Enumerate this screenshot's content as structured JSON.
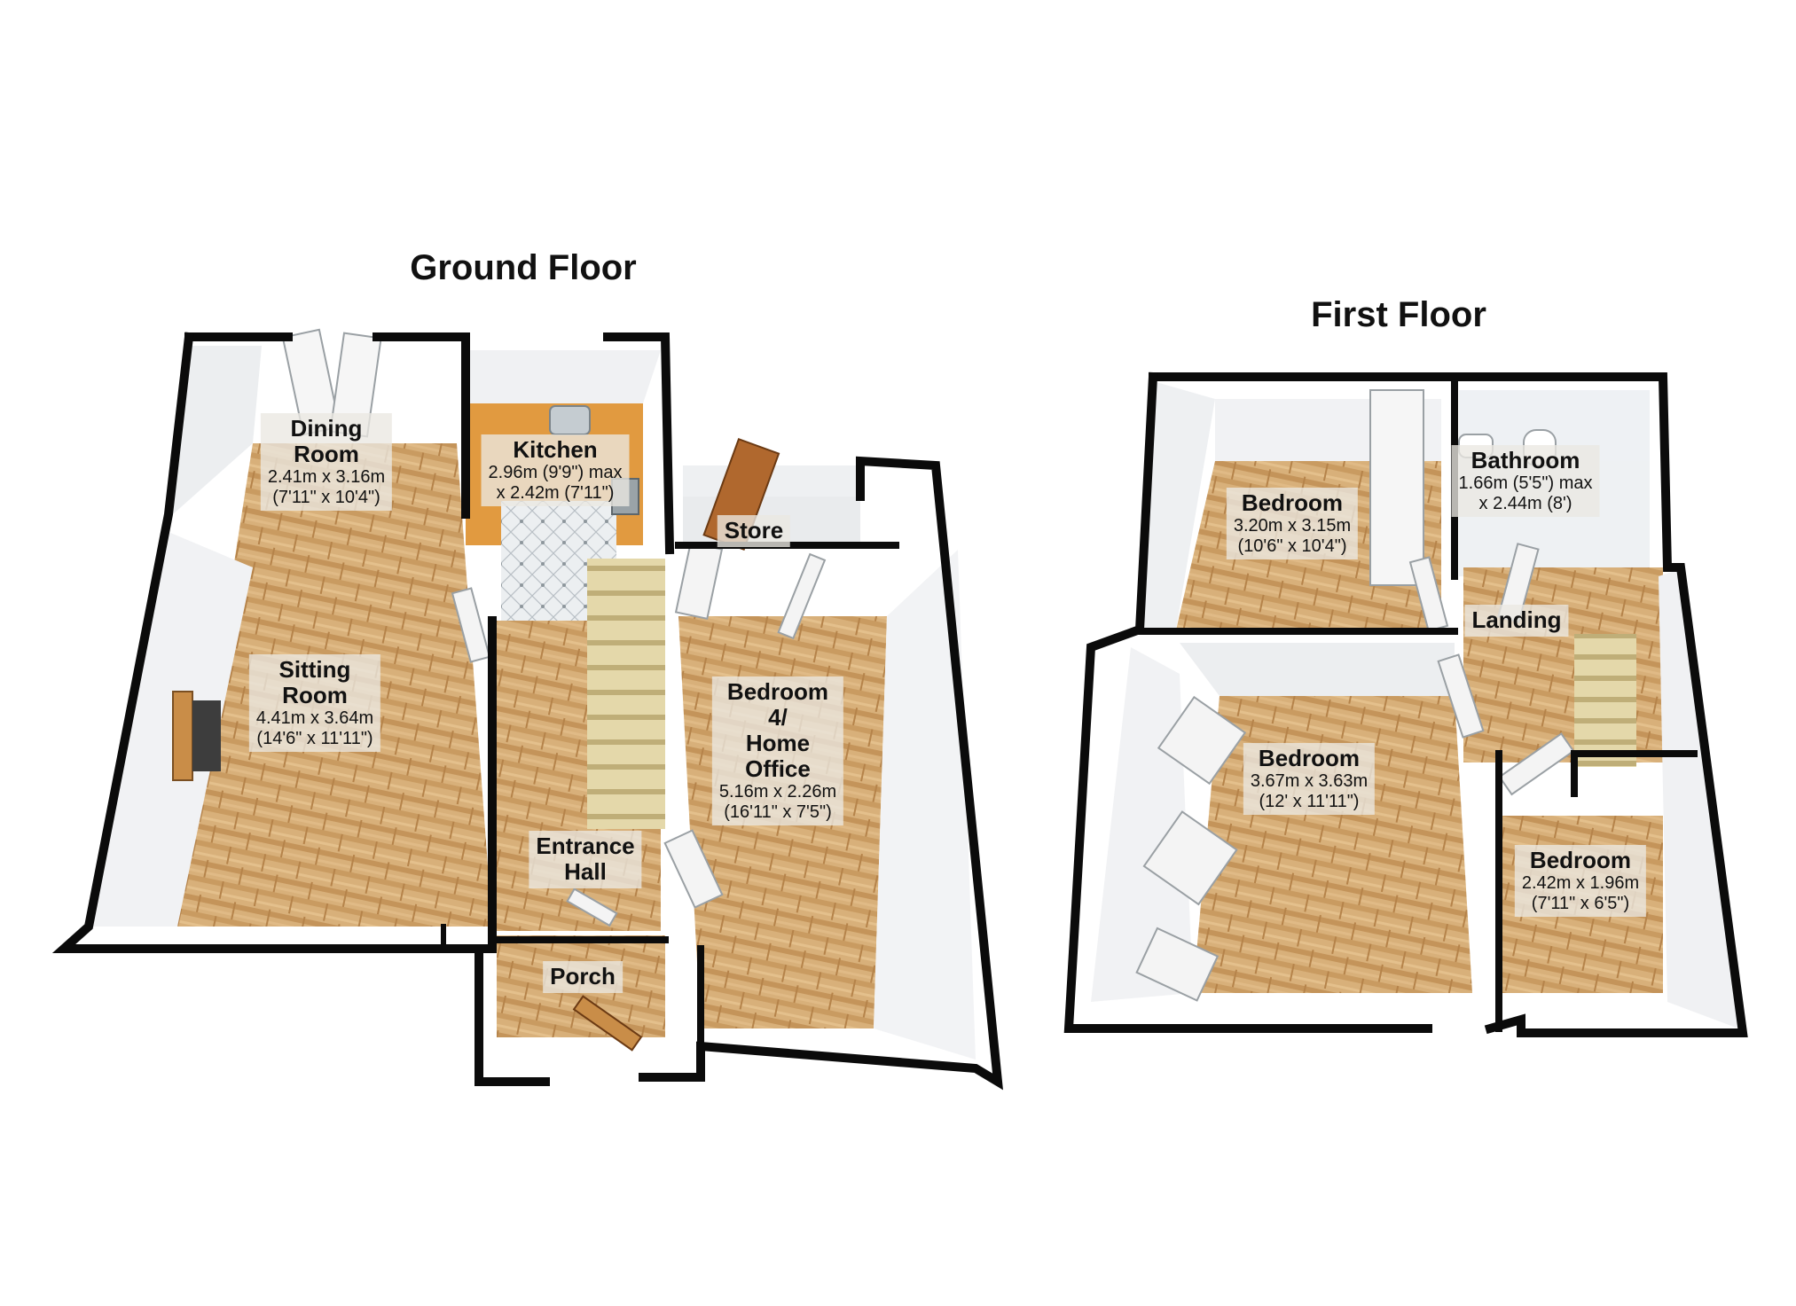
{
  "colors": {
    "wall": "#0b0b0b",
    "wall_face": "#eef0f2",
    "wood_floor": "#d6ad74",
    "wood_grain": "#b98b52",
    "kitchen_worktop": "#e29a3e",
    "tile_floor": "#e8ebee",
    "stairs": "#dccf9f",
    "door": "#f4f4f4"
  },
  "floors": [
    {
      "title": "Ground Floor",
      "rooms": [
        {
          "name": "Dining\nRoom",
          "dims": "2.41m x 3.16m\n(7'11\" x 10'4\")"
        },
        {
          "name": "Kitchen",
          "dims": "2.96m (9'9\") max\nx 2.42m (7'11\")"
        },
        {
          "name": "Store",
          "dims": ""
        },
        {
          "name": "Sitting\nRoom",
          "dims": "4.41m x 3.64m\n(14'6\" x 11'11\")"
        },
        {
          "name": "Bedroom\n4/\nHome\nOffice",
          "dims": "5.16m x 2.26m\n(16'11\" x 7'5\")"
        },
        {
          "name": "Entrance\nHall",
          "dims": ""
        },
        {
          "name": "Porch",
          "dims": ""
        }
      ]
    },
    {
      "title": "First Floor",
      "rooms": [
        {
          "name": "Bedroom",
          "dims": "3.20m x 3.15m\n(10'6\" x 10'4\")"
        },
        {
          "name": "Bathroom",
          "dims": "1.66m (5'5\") max\nx 2.44m (8')"
        },
        {
          "name": "Landing",
          "dims": ""
        },
        {
          "name": "Bedroom",
          "dims": "3.67m x 3.63m\n(12' x 11'11\")"
        },
        {
          "name": "Bedroom",
          "dims": "2.42m x 1.96m\n(7'11\" x 6'5\")"
        }
      ]
    }
  ]
}
